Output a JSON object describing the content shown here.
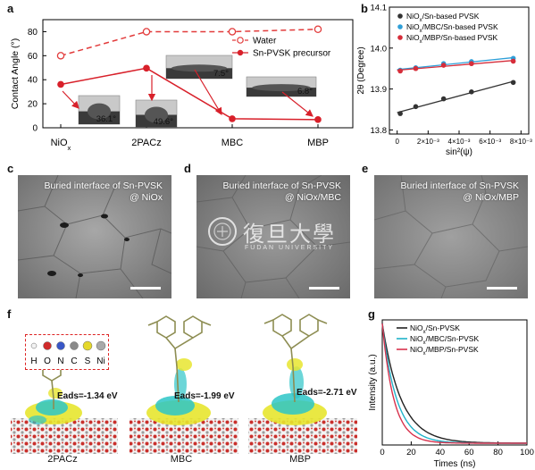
{
  "panels": {
    "a": "a",
    "b": "b",
    "c": "c",
    "d": "d",
    "e": "e",
    "f": "f",
    "g": "g"
  },
  "colors": {
    "water": "#e23b3b",
    "precursor": "#d8202a",
    "b_nio": "#333333",
    "b_mbc": "#2f9fd8",
    "b_mbp": "#d62d3a",
    "g_nio": "#222222",
    "g_mbc": "#20b3c9",
    "g_mbp": "#d8324d"
  },
  "panel_a": {
    "ylabel": "Contact Angle (°)",
    "drop_labels": [
      "36.1°",
      "49.6°",
      "7.5°",
      "6.8°"
    ],
    "chart_data": {
      "type": "line",
      "categories": [
        "NiO",
        "2PACz",
        "MBC",
        "MBP"
      ],
      "category_subscript": [
        "x",
        "",
        "",
        ""
      ],
      "ylim": [
        0,
        90
      ],
      "yticks": [
        0,
        20,
        40,
        60,
        80
      ],
      "series": [
        {
          "name": "Water",
          "values": [
            60,
            80,
            80,
            82
          ]
        },
        {
          "name": "Sn-PVSK  precursor",
          "values": [
            36.1,
            49.6,
            7.5,
            6.8
          ]
        }
      ]
    }
  },
  "panel_b": {
    "ylabel": "2θ (Degree)",
    "xlabel": "sin²(ψ)",
    "chart_data": {
      "type": "scatter",
      "xlim": [
        -0.0005,
        0.0085
      ],
      "ylim": [
        13.79,
        14.1
      ],
      "xticks": [
        "0",
        "2×10⁻³",
        "4×10⁻³",
        "6×10⁻³",
        "8×10⁻³"
      ],
      "xtick_values": [
        0,
        0.002,
        0.004,
        0.006,
        0.008
      ],
      "yticks": [
        13.8,
        13.9,
        14.0,
        14.1
      ],
      "series": [
        {
          "name": "NiOx/Sn-based PVSK",
          "x": [
            0.0002,
            0.0012,
            0.003,
            0.0048,
            0.0075
          ],
          "y": [
            13.84,
            13.857,
            13.876,
            13.893,
            13.916
          ]
        },
        {
          "name": "NiOx/MBC/Sn-based PVSK",
          "x": [
            0.0002,
            0.0012,
            0.003,
            0.0048,
            0.0075
          ],
          "y": [
            13.946,
            13.952,
            13.962,
            13.967,
            13.975
          ]
        },
        {
          "name": "NiOx/MBP/Sn-based PVSK",
          "x": [
            0.0002,
            0.0012,
            0.003,
            0.0048,
            0.0075
          ],
          "y": [
            13.944,
            13.95,
            13.958,
            13.962,
            13.968
          ]
        }
      ]
    }
  },
  "sem": {
    "c": {
      "line1": "Buried interface of Sn-PVSK",
      "line2": "@ NiOx"
    },
    "d": {
      "line1": "Buried interface of Sn-PVSK",
      "line2": "@ NiOx/MBC"
    },
    "e": {
      "line1": "Buried interface of Sn-PVSK",
      "line2": "@ NiOx/MBP"
    },
    "watermark_chars": "復旦大學",
    "watermark_sub": "FUDAN UNIVERSITY"
  },
  "panel_f": {
    "element_legend": [
      "H",
      "O",
      "N",
      "C",
      "S",
      "Ni"
    ],
    "structures": [
      {
        "name": "2PACz",
        "eads": "Eads=-1.34 eV"
      },
      {
        "name": "MBC",
        "eads": "Eads=-1.99 eV"
      },
      {
        "name": "MBP",
        "eads": "Eads=-2.71 eV"
      }
    ]
  },
  "panel_g": {
    "ylabel": "Intensity (a.u.)",
    "xlabel": "Times (ns)",
    "chart_data": {
      "type": "line",
      "xlim": [
        0,
        100
      ],
      "xticks": [
        0,
        20,
        40,
        60,
        80,
        100
      ],
      "series": [
        {
          "name": "NiOx/Sn-PVSK",
          "tau": 13
        },
        {
          "name": "NiOx/MBC/Sn-PVSK",
          "tau": 10
        },
        {
          "name": "NiOx/MBP/Sn-PVSK",
          "tau": 8
        }
      ]
    }
  }
}
